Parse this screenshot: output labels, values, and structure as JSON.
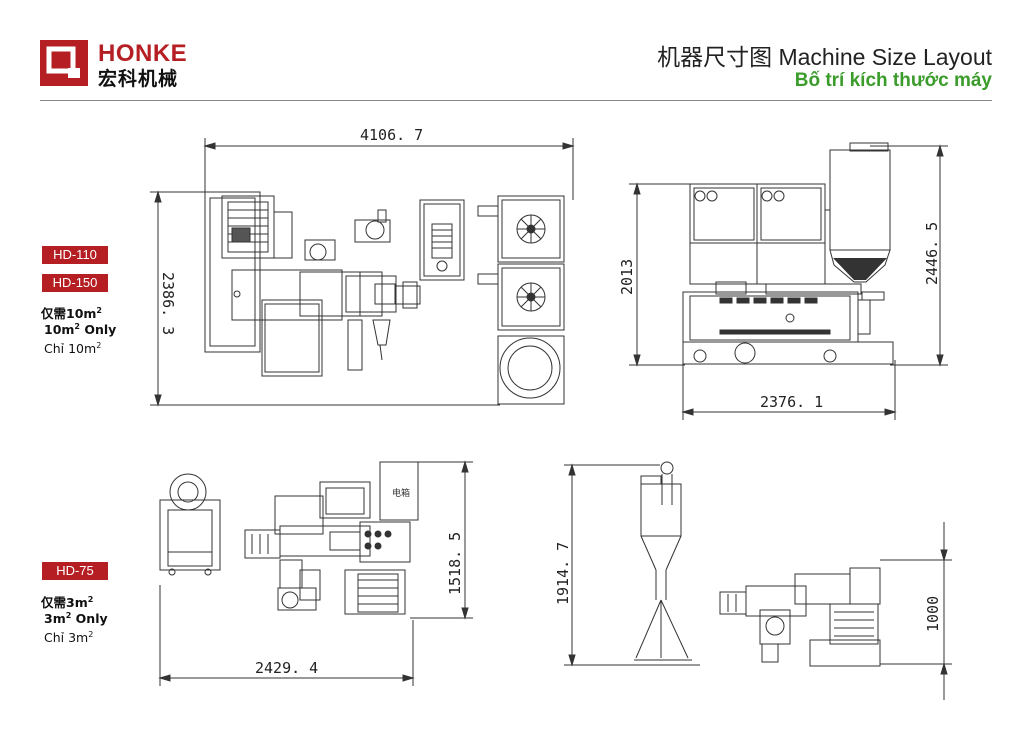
{
  "brand": {
    "name_en": "HONKE",
    "name_cn": "宏科机械",
    "color": "#b51f24"
  },
  "header": {
    "title_cn_en": "机器尺寸图 Machine Size Layout",
    "title_vi": "Bố trí kích thước máy",
    "title_vi_color": "#3b9c2b"
  },
  "models": [
    {
      "badge": "HD-110"
    },
    {
      "badge": "HD-150"
    },
    {
      "badge": "HD-75"
    }
  ],
  "area_large": {
    "cn": "仅需10m",
    "en": "10m",
    "en_suffix": " Only",
    "vi": "Chỉ 10m",
    "sup": "2"
  },
  "area_small": {
    "cn": "仅需3m",
    "en": "3m",
    "en_suffix": " Only",
    "vi": "Chỉ 3m",
    "sup": "2"
  },
  "dimensions": {
    "top_plan_width": "4106. 7",
    "top_plan_depth": "2386. 3",
    "top_side_height": "2013",
    "top_side_total_height": "2446. 5",
    "top_side_width": "2376. 1",
    "bottom_plan_depth": "1518. 5",
    "bottom_plan_width": "2429. 4",
    "bottom_cyclone_height": "1914. 7",
    "bottom_side_height": "1000"
  },
  "cabinet_label": "电箱"
}
